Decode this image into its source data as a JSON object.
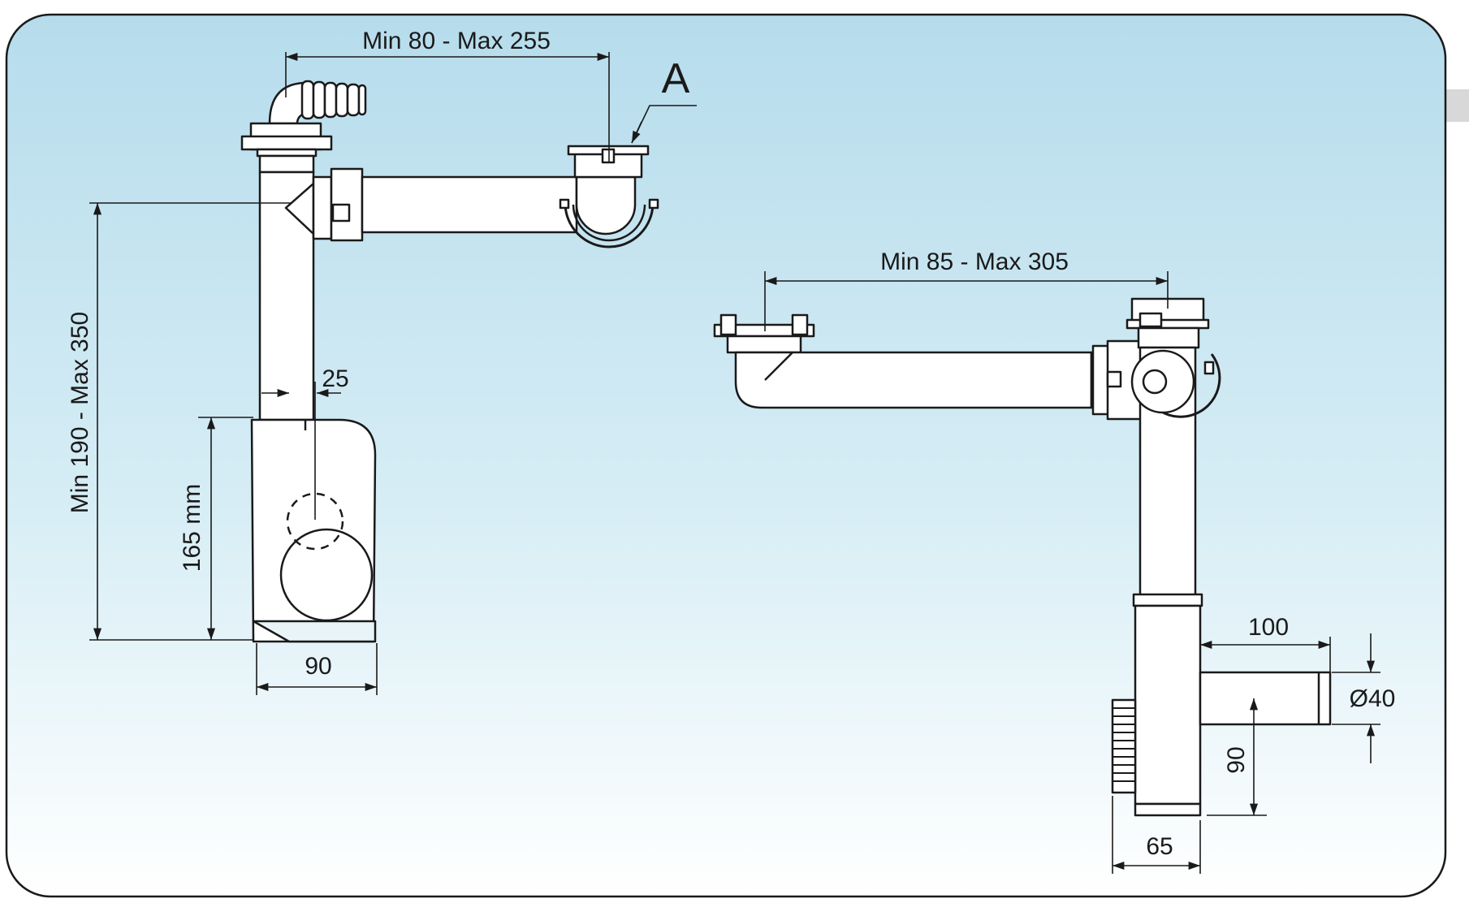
{
  "labels": {
    "top_width": "Min 80 - Max 255",
    "part_a": "A",
    "height_range": "Min 190 - Max 350",
    "offset_25": "25",
    "height_165": "165 mm",
    "width_90": "90",
    "right_width": "Min 85 - Max 305",
    "outlet_100": "100",
    "diameter_40": "Ø40",
    "outlet_height_90": "90",
    "width_65": "65"
  },
  "colors": {
    "panel_top": "#b6dcec",
    "panel_bottom": "#ffffff",
    "line": "#1a1a1a",
    "part_fill": "#ffffff"
  }
}
